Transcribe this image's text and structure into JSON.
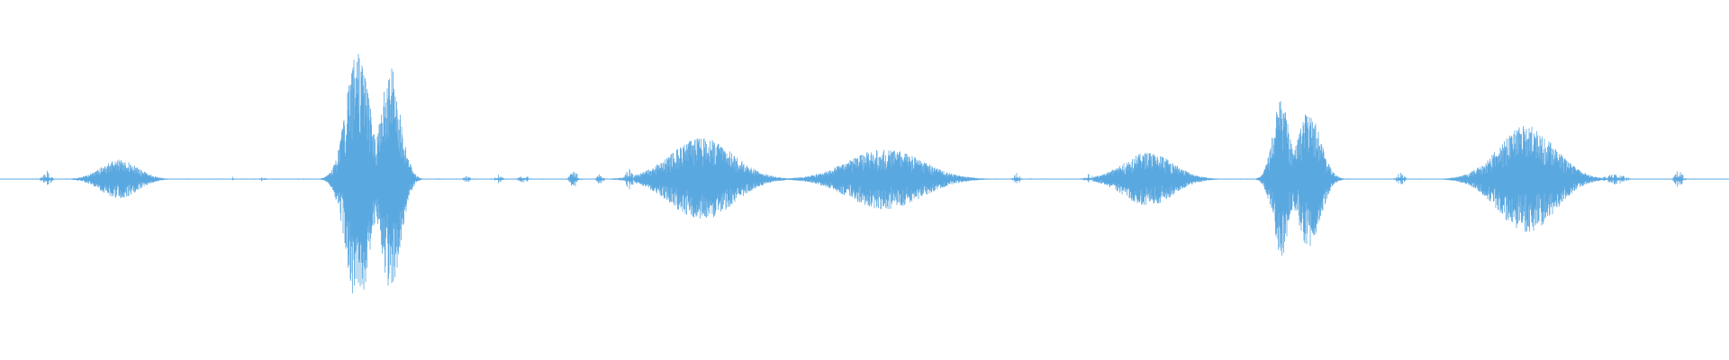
{
  "waveform": {
    "color": "#5aa8e0",
    "baseline_level": 0.003,
    "bursts": [
      {
        "t": 0.027,
        "width": 0.004,
        "amp": 0.05,
        "density": 0.6
      },
      {
        "t": 0.069,
        "width": 0.022,
        "amp": 0.11,
        "density": 1.0
      },
      {
        "t": 0.135,
        "width": 0.002,
        "amp": 0.015,
        "density": 0.3
      },
      {
        "t": 0.152,
        "width": 0.003,
        "amp": 0.012,
        "density": 0.3
      },
      {
        "t": 0.207,
        "width": 0.014,
        "amp": 0.72,
        "density": 1.0
      },
      {
        "t": 0.226,
        "width": 0.012,
        "amp": 0.62,
        "density": 1.0
      },
      {
        "t": 0.27,
        "width": 0.003,
        "amp": 0.02,
        "density": 0.4
      },
      {
        "t": 0.288,
        "width": 0.004,
        "amp": 0.025,
        "density": 0.4
      },
      {
        "t": 0.303,
        "width": 0.005,
        "amp": 0.02,
        "density": 0.4
      },
      {
        "t": 0.332,
        "width": 0.004,
        "amp": 0.05,
        "density": 0.6
      },
      {
        "t": 0.347,
        "width": 0.003,
        "amp": 0.03,
        "density": 0.5
      },
      {
        "t": 0.364,
        "width": 0.004,
        "amp": 0.06,
        "density": 0.6
      },
      {
        "t": 0.406,
        "width": 0.038,
        "amp": 0.23,
        "density": 1.0
      },
      {
        "t": 0.512,
        "width": 0.044,
        "amp": 0.17,
        "density": 1.0
      },
      {
        "t": 0.588,
        "width": 0.003,
        "amp": 0.04,
        "density": 0.5
      },
      {
        "t": 0.63,
        "width": 0.004,
        "amp": 0.03,
        "density": 0.5
      },
      {
        "t": 0.664,
        "width": 0.03,
        "amp": 0.15,
        "density": 1.0
      },
      {
        "t": 0.741,
        "width": 0.01,
        "amp": 0.45,
        "density": 1.0
      },
      {
        "t": 0.757,
        "width": 0.014,
        "amp": 0.38,
        "density": 1.0
      },
      {
        "t": 0.81,
        "width": 0.004,
        "amp": 0.04,
        "density": 0.5
      },
      {
        "t": 0.857,
        "width": 0.004,
        "amp": 0.05,
        "density": 0.5
      },
      {
        "t": 0.883,
        "width": 0.034,
        "amp": 0.3,
        "density": 1.0
      },
      {
        "t": 0.934,
        "width": 0.01,
        "amp": 0.03,
        "density": 0.5
      },
      {
        "t": 0.971,
        "width": 0.004,
        "amp": 0.05,
        "density": 0.5
      }
    ]
  }
}
